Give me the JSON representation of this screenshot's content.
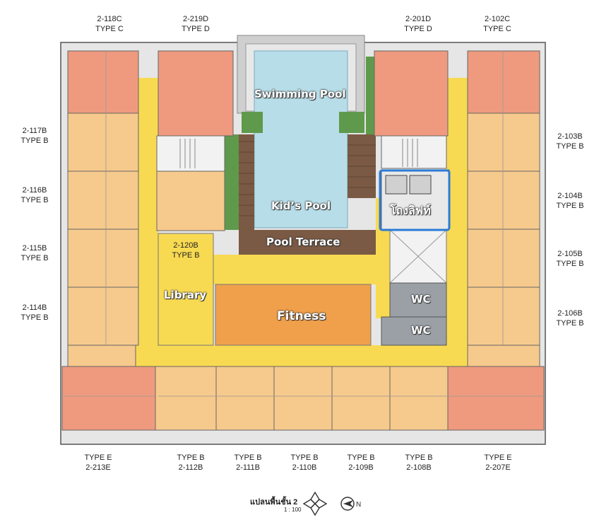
{
  "units_left": [
    {
      "id": "2-118C",
      "type": "TYPE C"
    },
    {
      "id": "2-117B",
      "type": "TYPE B"
    },
    {
      "id": "2-116B",
      "type": "TYPE B"
    },
    {
      "id": "2-115B",
      "type": "TYPE B"
    },
    {
      "id": "2-114B",
      "type": "TYPE B"
    }
  ],
  "units_right": [
    {
      "id": "2-102C",
      "type": "TYPE C"
    },
    {
      "id": "2-103B",
      "type": "TYPE B"
    },
    {
      "id": "2-104B",
      "type": "TYPE B"
    },
    {
      "id": "2-105B",
      "type": "TYPE B"
    },
    {
      "id": "2-106B",
      "type": "TYPE B"
    }
  ],
  "units_top": [
    {
      "id": "2-219D",
      "type": "TYPE D"
    },
    {
      "id": "2-201D",
      "type": "TYPE D"
    }
  ],
  "units_bottom": [
    {
      "id": "2-213E",
      "type": "TYPE E"
    },
    {
      "id": "2-112B",
      "type": "TYPE B"
    },
    {
      "id": "2-111B",
      "type": "TYPE B"
    },
    {
      "id": "2-110B",
      "type": "TYPE B"
    },
    {
      "id": "2-109B",
      "type": "TYPE B"
    },
    {
      "id": "2-108B",
      "type": "TYPE B"
    },
    {
      "id": "2-207E",
      "type": "TYPE E"
    }
  ],
  "unit_120b": {
    "id": "2-120B",
    "type": "TYPE B"
  },
  "zones": {
    "swimming_pool": "Swimming Pool",
    "kids_pool": "Kid’s Pool",
    "pool_terrace": "Pool Terrace",
    "library": "Library",
    "fitness": "Fitness",
    "wc1": "WC",
    "wc2": "WC",
    "lift_lobby": "โถงลิฟท์"
  },
  "footer": {
    "plan_title": "แปลนพื้นชั้น 2",
    "scale": "1 : 100"
  },
  "colors": {
    "corridor": "#f8da52",
    "unit_b": "#f6c98c",
    "unit_c": "#ef9a7e",
    "fitness": "#f0a04b",
    "pool": "#b7dde8",
    "deck": "#7a5a44",
    "green": "#5f9a4c",
    "lift_highlight": "#2a7bd6"
  },
  "icons": [
    "compass-rose-icon",
    "north-arrow-icon"
  ]
}
